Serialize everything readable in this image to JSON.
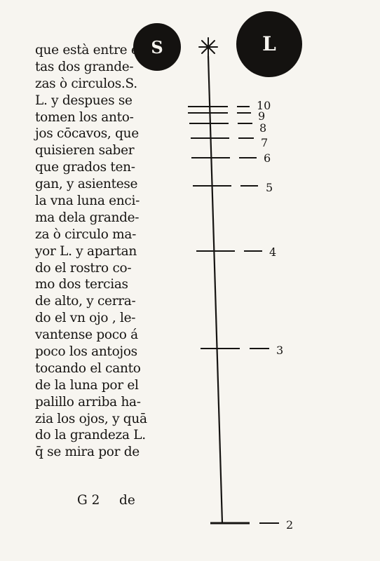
{
  "text_lines": [
    "que està entre es",
    "tas dos grande-",
    "zas ò circulos.S.",
    "L. y despues se",
    "tomen los anto-",
    "jos cōcavos, que",
    "quisieren saber",
    "que grados ten-",
    "gan, y asientese",
    "la vna luna enci-",
    "ma dela grande-",
    "za ò circulo ma-",
    "yor L. y apartan",
    "do el rostro co-",
    "mo dos tercias",
    "de alto, y cerra-",
    "do el vn ojo , le-",
    "vantense poco á",
    "poco los antojos",
    "tocando el canto",
    "de la luna por el",
    "palillo arriba ha-",
    "zia los ojos, y quā",
    "do la grandeza L.",
    "q̄ se mira por de"
  ],
  "signature": "G 2",
  "catchword": "de",
  "discs": {
    "small": {
      "label": "S",
      "color": "#141210"
    },
    "large": {
      "label": "L",
      "color": "#141210"
    }
  },
  "scale": {
    "star_icon": "star-icon",
    "ticks": [
      {
        "label": "10"
      },
      {
        "label": "9"
      },
      {
        "label": "8"
      },
      {
        "label": "7"
      },
      {
        "label": "6"
      },
      {
        "label": "5"
      },
      {
        "label": "4"
      },
      {
        "label": "3"
      },
      {
        "label": "2"
      }
    ]
  }
}
